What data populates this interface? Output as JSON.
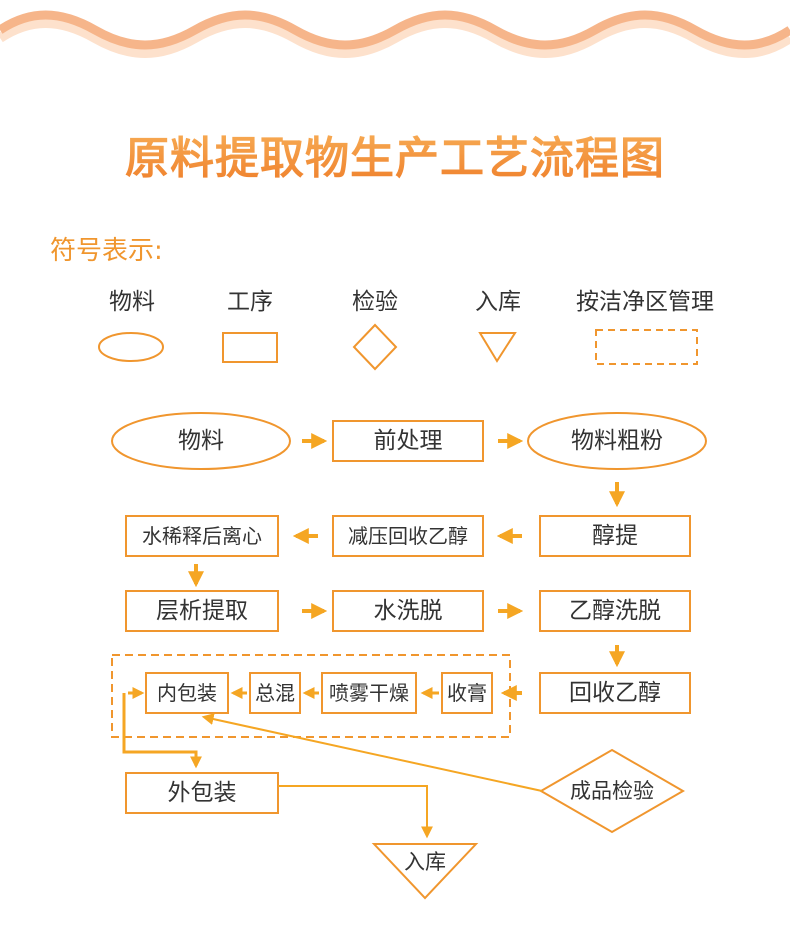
{
  "title": "原料提取物生产工艺流程图",
  "legend": {
    "heading": "符号表示:",
    "items": [
      {
        "label": "物料",
        "shape": "ellipse"
      },
      {
        "label": "工序",
        "shape": "rectangle"
      },
      {
        "label": "检验",
        "shape": "diamond"
      },
      {
        "label": "入库",
        "shape": "triangle"
      },
      {
        "label": "按洁净区管理",
        "shape": "dashed-rectangle"
      }
    ]
  },
  "nodes": {
    "raw_material": "物料",
    "pretreatment": "前处理",
    "coarse_powder": "物料粗粉",
    "alcohol_extraction": "醇提",
    "vacuum_ethanol_recovery": "减压回收乙醇",
    "dilution_centrifuge": "水稀释后离心",
    "chromatography": "层析提取",
    "water_elution": "水洗脱",
    "ethanol_elution": "乙醇洗脱",
    "ethanol_recovery": "回收乙醇",
    "concentration": "收膏",
    "spray_drying": "喷雾干燥",
    "total_mixing": "总混",
    "inner_packing": "内包装",
    "outer_packing": "外包装",
    "product_inspection": "成品检验",
    "warehousing": "入库"
  },
  "colors": {
    "accent": "#f0962e",
    "arrow": "#f5a623",
    "wave_dark": "#f6b58a",
    "wave_light": "#fde1cc",
    "text": "#333333"
  }
}
